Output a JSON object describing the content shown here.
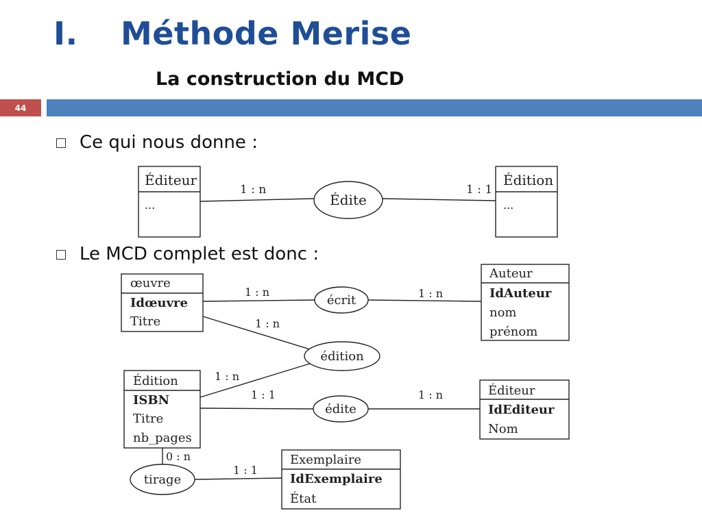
{
  "slide": {
    "number": "44",
    "title_num": "I.",
    "title_text": "Méthode Merise",
    "subtitle": "La construction du MCD",
    "bullet1": "Ce qui nous donne :",
    "bullet2": "Le MCD complet est donc :"
  },
  "diagram1": {
    "entity_left": {
      "name": "Éditeur",
      "attrs": [
        "..."
      ]
    },
    "entity_right": {
      "name": "Édition",
      "attrs": [
        "..."
      ]
    },
    "relation": "Édite",
    "card_left": "1 : n",
    "card_right": "1 : 1"
  },
  "diagram2": {
    "entities": {
      "oeuvre": {
        "name": "œuvre",
        "key": "Idœuvre",
        "attrs": [
          "Titre"
        ]
      },
      "auteur": {
        "name": "Auteur",
        "key": "IdAuteur",
        "attrs": [
          "nom",
          "prénom"
        ]
      },
      "edition": {
        "name": "Édition",
        "key": "ISBN",
        "attrs": [
          "Titre",
          "nb_pages"
        ]
      },
      "editeur": {
        "name": "Éditeur",
        "key": "IdEditeur",
        "attrs": [
          "Nom"
        ]
      },
      "exemplaire": {
        "name": "Exemplaire",
        "key": "IdExemplaire",
        "attrs": [
          "État"
        ]
      }
    },
    "relations": {
      "ecrit": "écrit",
      "edition": "édition",
      "edite": "édite",
      "tirage": "tirage"
    },
    "cardinalities": {
      "oeuvre_ecrit": "1 : n",
      "auteur_ecrit": "1 : n",
      "oeuvre_edition": "1 : n",
      "edition_edition": "1 : n",
      "edition_edite": "1 : 1",
      "editeur_edite": "1 : n",
      "edition_tirage": "0 : n",
      "exemplaire_tirage": "1 : 1"
    }
  }
}
